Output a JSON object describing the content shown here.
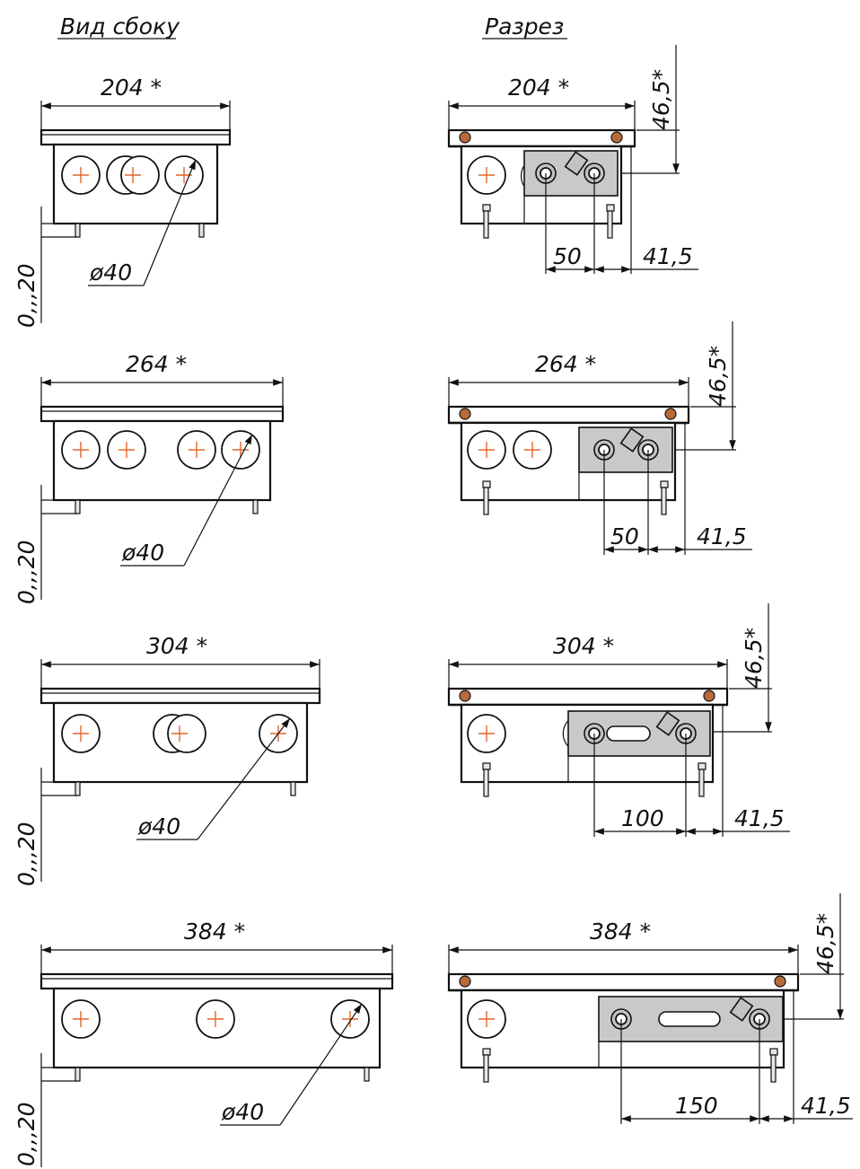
{
  "headers": {
    "side": "Вид сбоку",
    "section": "Разрез"
  },
  "rows": [
    {
      "width": "204 *",
      "diameter": "ø40",
      "height": "46,5*",
      "pitch": "50",
      "offset": "41,5",
      "adjust": "0,,,20"
    },
    {
      "width": "264 *",
      "diameter": "ø40",
      "height": "46,5*",
      "pitch": "50",
      "offset": "41,5",
      "adjust": "0,,,20"
    },
    {
      "width": "304 *",
      "diameter": "ø40",
      "height": "46,5*",
      "pitch": "100",
      "offset": "41,5",
      "adjust": "0,,,20"
    },
    {
      "width": "384 *",
      "diameter": "ø40",
      "height": "46,5*",
      "pitch": "150",
      "offset": "41,5",
      "adjust": "0,,,20"
    }
  ]
}
